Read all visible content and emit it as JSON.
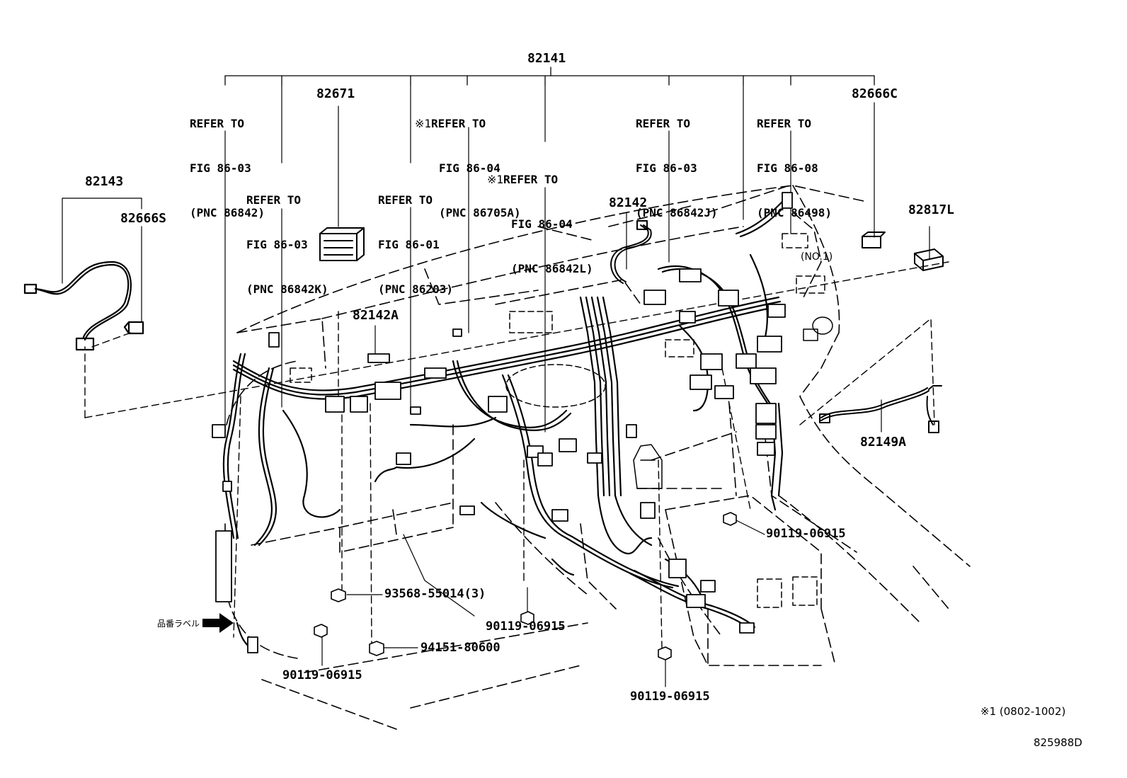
{
  "callouts": {
    "main_harness": "82141",
    "c82143": "82143",
    "c82666S": "82666S",
    "c82671": "82671",
    "c82142A": "82142A",
    "c82142": "82142",
    "c82666C": "82666C",
    "c82817L": "82817L",
    "c82149A": "82149A"
  },
  "refs": {
    "r1": {
      "l1": "REFER TO",
      "l2": "FIG 86-03",
      "l3": "(PNC 86842)"
    },
    "r2": {
      "l1": "REFER TO",
      "l2": "FIG 86-03",
      "l3": "(PNC 86842K)"
    },
    "r3": {
      "l1": "REFER TO",
      "l2": "FIG 86-01",
      "l3": "(PNC 86203)"
    },
    "r4": {
      "mark": "※1",
      "l1": "REFER TO",
      "l2": "FIG 86-04",
      "l3": "(PNC 86705A)"
    },
    "r5": {
      "mark": "※1",
      "l1": "REFER TO",
      "l2": "FIG 86-04",
      "l3": "(PNC 86842L)"
    },
    "r6": {
      "l1": "REFER TO",
      "l2": "FIG 86-03",
      "l3": "(PNC 86842J)"
    },
    "r7": {
      "l1": "REFER TO",
      "l2": "FIG 86-08",
      "l3": "(PNC 86498)",
      "l4": "(NO.1)"
    }
  },
  "fasteners": {
    "f1": "90119-06915",
    "f2": "93568-55014(3)",
    "f3": "90119-06915",
    "f4": "94151-80600",
    "f5": "90119-06915",
    "f6": "90119-06915"
  },
  "notes": {
    "label_arrow": "品番ラベル",
    "footnote": "※1 (0802-1002)",
    "figure_code": "825988D"
  }
}
